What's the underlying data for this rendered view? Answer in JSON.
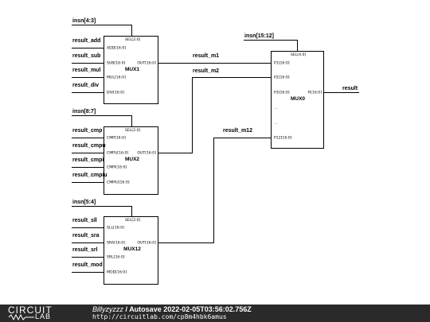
{
  "signals": {
    "insn_4_3": "insn[4:3]",
    "insn_8_7": "insn[8:7]",
    "insn_5_4": "insn[5:4]",
    "insn_15_12": "insn[15:12]",
    "result_add": "result_add",
    "result_sub": "result_sub",
    "result_mul": "result_mul",
    "result_div": "result_div",
    "result_cmp": "result_cmp",
    "result_cmpu": "result_cmpu",
    "result_cmpi": "result_cmpi",
    "result_cmpiu": "result_cmpiu",
    "result_sll": "result_sll",
    "result_sra": "result_sra",
    "result_srl": "result_srl",
    "result_mod": "result_mod",
    "result_m1": "result_m1",
    "result_m2": "result_m2",
    "result_m12": "result_m12",
    "result": "result"
  },
  "mux1": {
    "name": "MUX1",
    "sel": "SEL[2:0]",
    "pins": [
      "ADD[16:0]",
      "SUB[16:0]",
      "MUL[16:0]",
      "DIV[16:0]"
    ],
    "out": "OUT[16:0]"
  },
  "mux2": {
    "name": "MUX2",
    "sel": "SEL[2:0]",
    "pins": [
      "CMP[16:0]",
      "CMPU[16:0]",
      "CMPI[16:0]",
      "CMPIU[16:0]"
    ],
    "out": "OUT[16:0]"
  },
  "mux12": {
    "name": "MUX12",
    "sel": "SEL[2:0]",
    "pins": [
      "SLL[16:0]",
      "SRA[16:0]",
      "SRL[16:0]",
      "MOD[16:0]"
    ],
    "out": "OUT[16:0]"
  },
  "mux0": {
    "name": "MUX0",
    "sel": "SEL[4:0]",
    "pins": [
      "P1[16:0]",
      "P2[16:0]",
      "P3[16:0]",
      "...",
      "...",
      "P12[16:0]"
    ],
    "out": "R[16:0]"
  },
  "footer": {
    "logo_top": "CIRCUIT",
    "logo_bottom": "LAB",
    "author": "Billyzyzzz",
    "separator": " / ",
    "title": "Autosave 2022-02-05T03:56:02.756Z",
    "url": "http://circuitlab.com/cp8m4hbk6amus"
  },
  "colors": {
    "ink": "#000000",
    "footer_bg": "#2a2a2a",
    "footer_text": "#ffffff"
  }
}
